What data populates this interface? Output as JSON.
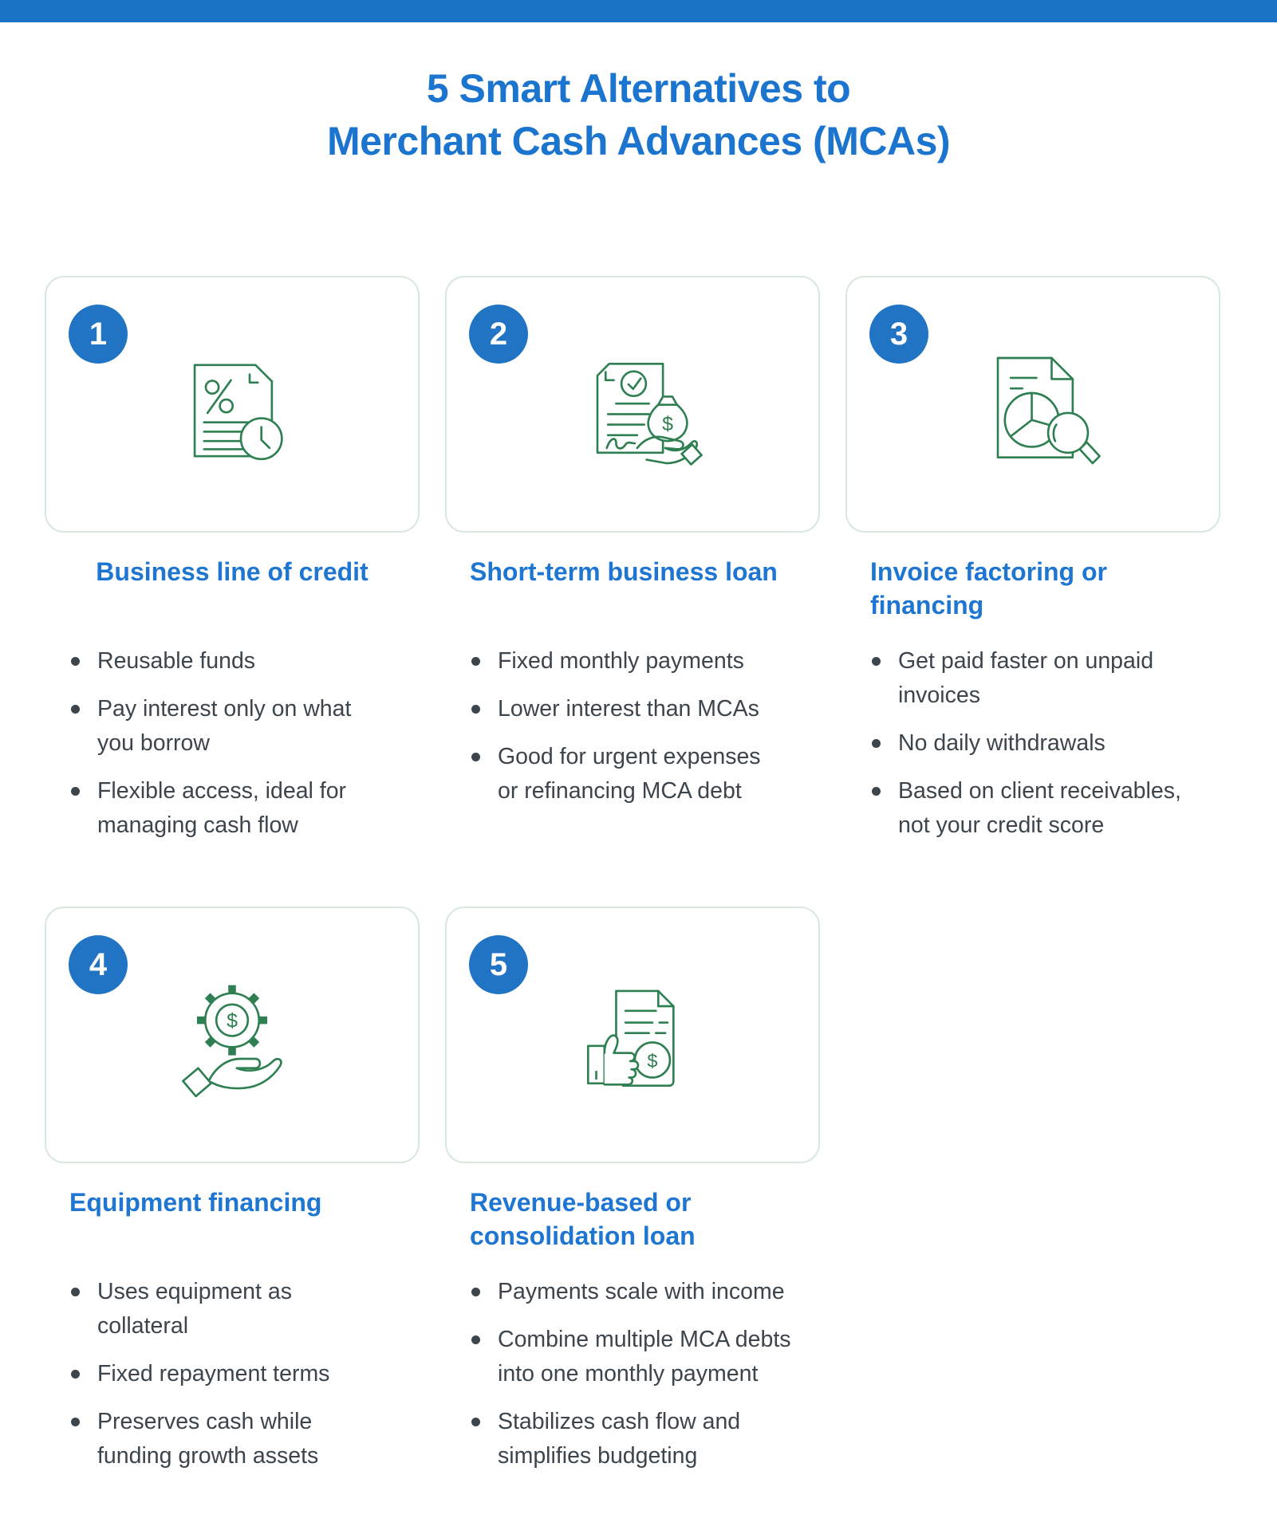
{
  "header": {
    "title": "5 Smart Alternatives to\nMerchant Cash Advances (MCAs)"
  },
  "colors": {
    "top_bar": "#1b73c6",
    "title_blue": "#1b74cd",
    "heading_blue": "#1e76d2",
    "badge_blue": "#2173c4",
    "icon_green": "#2e7f51",
    "card_border": "#d9e8dd",
    "body_text": "#3c444c"
  },
  "cards": [
    {
      "number": "1",
      "icon": "document-percent-clock-icon",
      "title": "Business line of credit",
      "bullets": [
        "Reusable funds",
        "Pay interest only on what\nyou borrow",
        "Flexible access, ideal for\nmanaging cash flow"
      ]
    },
    {
      "number": "2",
      "icon": "approved-contract-money-bag-icon",
      "title": "Short-term business loan",
      "bullets": [
        "Fixed monthly payments",
        "Lower interest than MCAs",
        "Good for urgent expenses\nor refinancing MCA debt"
      ]
    },
    {
      "number": "3",
      "icon": "invoice-pie-chart-magnifier-icon",
      "title": "Invoice factoring or\nfinancing",
      "bullets": [
        "Get paid faster on unpaid\ninvoices",
        "No daily withdrawals",
        "Based on client receivables,\nnot your credit score"
      ]
    },
    {
      "number": "4",
      "icon": "hand-holding-gear-dollar-icon",
      "title": "Equipment financing",
      "bullets": [
        "Uses equipment as\ncollateral",
        "Fixed repayment terms",
        "Preserves cash while\nfunding growth assets"
      ]
    },
    {
      "number": "5",
      "icon": "document-thumbs-up-dollar-icon",
      "title": "Revenue-based or\nconsolidation loan",
      "bullets": [
        "Payments scale with income",
        "Combine multiple MCA debts\ninto one monthly payment",
        "Stabilizes cash flow and\nsimplifies budgeting"
      ]
    }
  ]
}
